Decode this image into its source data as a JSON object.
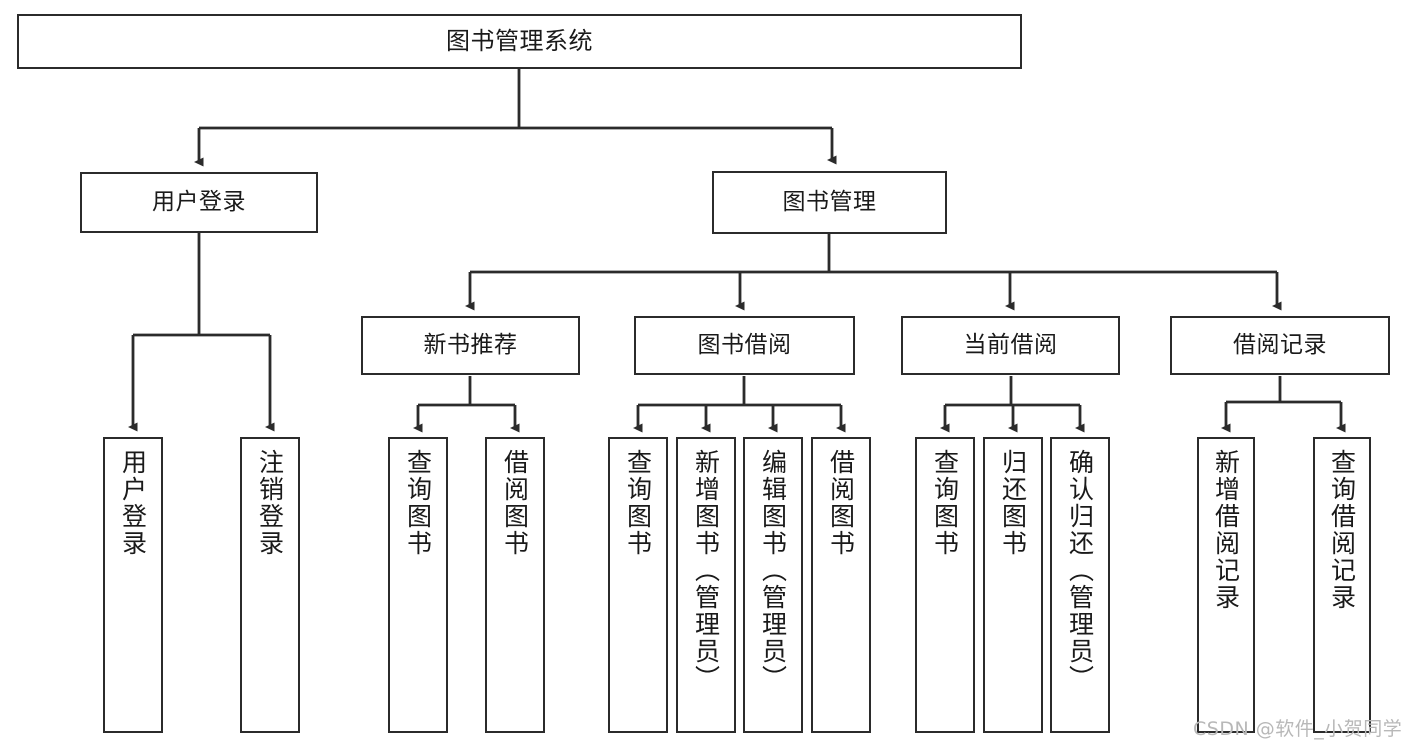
{
  "diagram": {
    "title": "图书管理系统",
    "type": "hierarchy-tree",
    "levels": 4,
    "nodes": {
      "root": {
        "label": "图书管理系统"
      },
      "user_login": {
        "label": "用户登录"
      },
      "book_manage": {
        "label": "图书管理"
      },
      "new_book_rec": {
        "label": "新书推荐"
      },
      "book_borrow": {
        "label": "图书借阅"
      },
      "current_borrow": {
        "label": "当前借阅"
      },
      "borrow_record": {
        "label": "借阅记录"
      },
      "leaf_user_login": {
        "label": "用户登录"
      },
      "leaf_logout": {
        "label": "注销登录"
      },
      "leaf_query_book_1": {
        "label": "查询图书"
      },
      "leaf_borrow_book_1": {
        "label": "借阅图书"
      },
      "leaf_query_book_2": {
        "label": "查询图书"
      },
      "leaf_add_book": {
        "label": "新增图书（管理员）"
      },
      "leaf_edit_book": {
        "label": "编辑图书（管理员）"
      },
      "leaf_borrow_book_2": {
        "label": "借阅图书"
      },
      "leaf_query_book_3": {
        "label": "查询图书"
      },
      "leaf_return_book": {
        "label": "归还图书"
      },
      "leaf_confirm_return": {
        "label": "确认归还（管理员）"
      },
      "leaf_add_record": {
        "label": "新增借阅记录"
      },
      "leaf_query_record": {
        "label": "查询借阅记录"
      }
    },
    "edges": [
      {
        "from": "root",
        "to": "user_login"
      },
      {
        "from": "root",
        "to": "book_manage"
      },
      {
        "from": "user_login",
        "to": "leaf_user_login"
      },
      {
        "from": "user_login",
        "to": "leaf_logout"
      },
      {
        "from": "book_manage",
        "to": "new_book_rec"
      },
      {
        "from": "book_manage",
        "to": "book_borrow"
      },
      {
        "from": "book_manage",
        "to": "current_borrow"
      },
      {
        "from": "book_manage",
        "to": "borrow_record"
      },
      {
        "from": "new_book_rec",
        "to": "leaf_query_book_1"
      },
      {
        "from": "new_book_rec",
        "to": "leaf_borrow_book_1"
      },
      {
        "from": "book_borrow",
        "to": "leaf_query_book_2"
      },
      {
        "from": "book_borrow",
        "to": "leaf_add_book"
      },
      {
        "from": "book_borrow",
        "to": "leaf_edit_book"
      },
      {
        "from": "book_borrow",
        "to": "leaf_borrow_book_2"
      },
      {
        "from": "current_borrow",
        "to": "leaf_query_book_3"
      },
      {
        "from": "current_borrow",
        "to": "leaf_return_book"
      },
      {
        "from": "current_borrow",
        "to": "leaf_confirm_return"
      },
      {
        "from": "borrow_record",
        "to": "leaf_add_record"
      },
      {
        "from": "borrow_record",
        "to": "leaf_query_record"
      }
    ],
    "colors": {
      "background": "#ffffff",
      "node_border": "#2b2b2b",
      "node_fill": "#ffffff",
      "edge": "#2b2b2b",
      "text": "#1a1a1a",
      "watermark": "#b8b8b8"
    }
  },
  "watermark": {
    "text": "CSDN @软件_小贺同学"
  }
}
